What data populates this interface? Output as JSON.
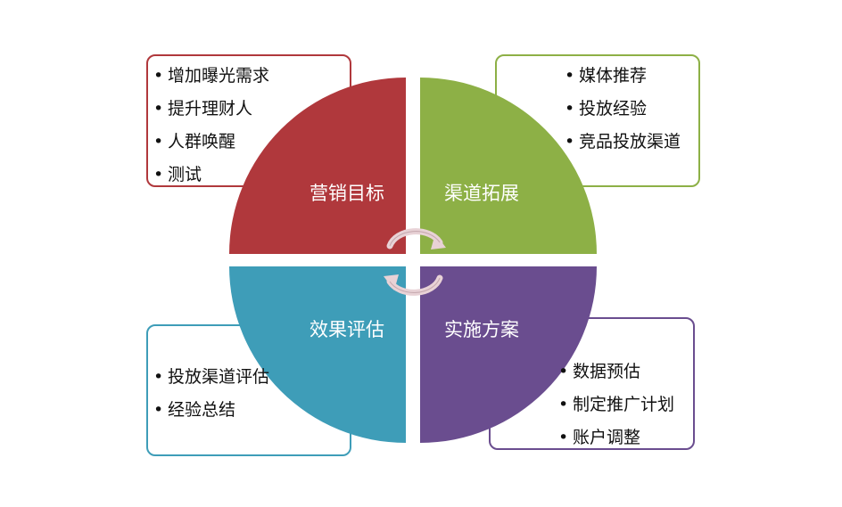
{
  "quadrants": {
    "top_left": {
      "label": "营销目标",
      "color": "#B0383C",
      "items": [
        "增加曝光需求",
        "提升理财人",
        "人群唤醒",
        "测试"
      ]
    },
    "top_right": {
      "label": "渠道拓展",
      "color": "#8DB046",
      "items": [
        "媒体推荐",
        "投放经验",
        "竞品投放渠道"
      ]
    },
    "bottom_left": {
      "label": "效果评估",
      "color": "#3E9DB8",
      "items": [
        "投放渠道评估",
        "经验总结"
      ]
    },
    "bottom_right": {
      "label": "实施方案",
      "color": "#6A4D8F",
      "items": [
        "数据预估",
        "制定推广计划",
        "账户调整"
      ]
    }
  },
  "cycle_arrows": {
    "icon": "circular-arrows-icon",
    "color": "#E8D2D6"
  }
}
